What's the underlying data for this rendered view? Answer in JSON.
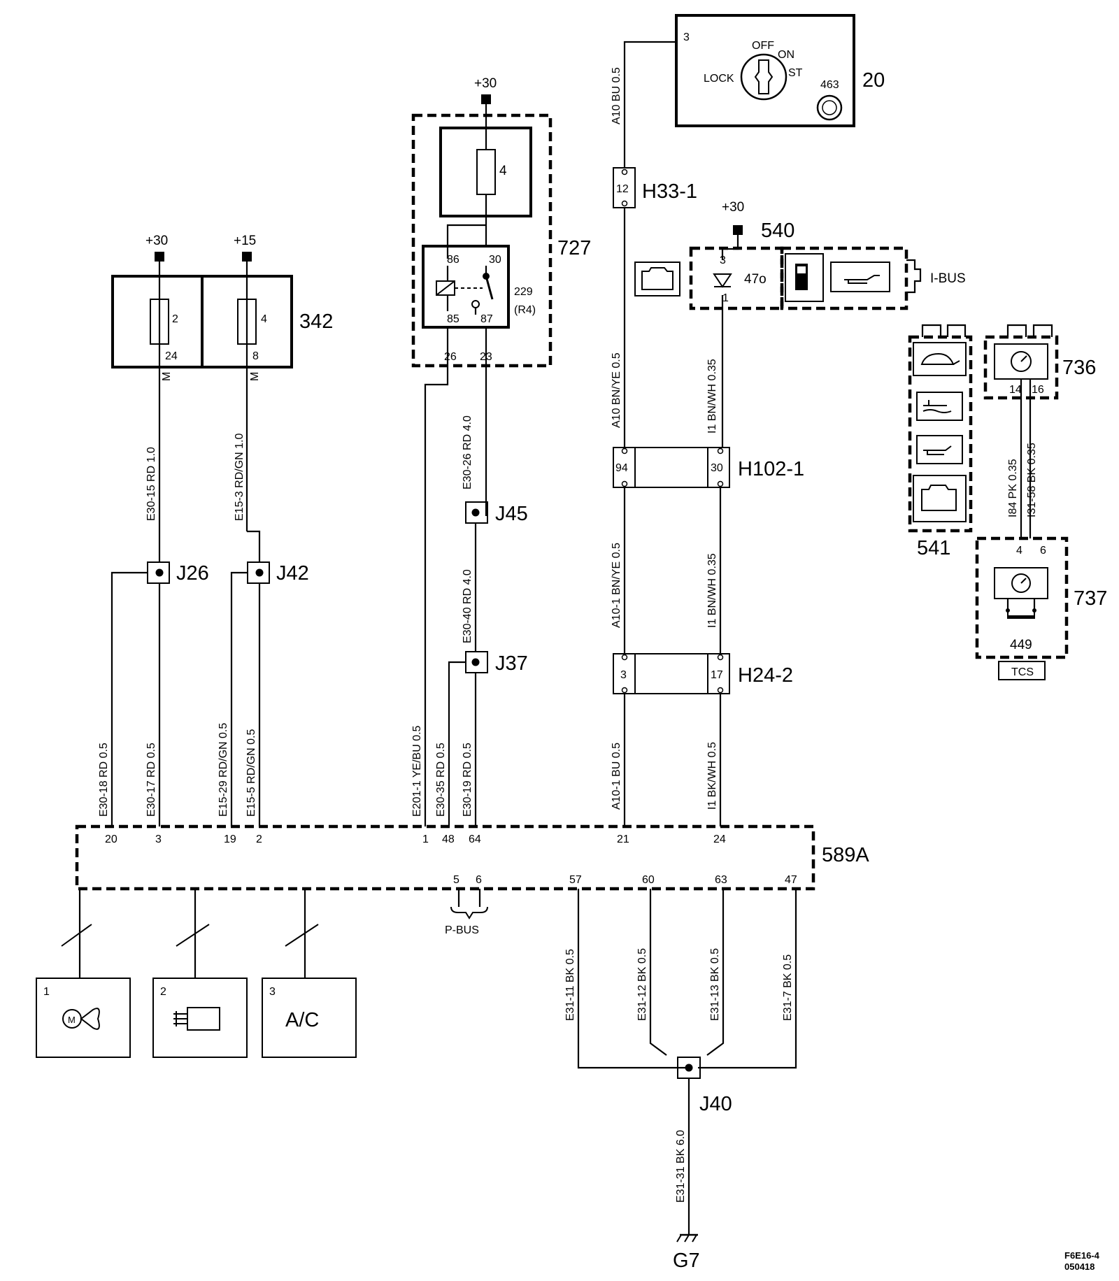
{
  "components": {
    "ignition_switch": {
      "id": "20",
      "positions": [
        "OFF",
        "ON",
        "ST",
        "LOCK"
      ],
      "lamp": "463",
      "pin": "3"
    },
    "fuse_relay_box": {
      "id": "727",
      "fuse": "4",
      "relay_id": "229",
      "relay_ref": "(R4)",
      "pins": [
        "86",
        "30",
        "85",
        "87"
      ],
      "out_pins": [
        "26",
        "23"
      ],
      "supply": "+30"
    },
    "fuse_box_342": {
      "id": "342",
      "fuse_a": "2",
      "fuse_b": "4",
      "pin_a": "24",
      "pin_b": "8",
      "supply_a": "+30",
      "supply_b": "+15",
      "m_a": "M",
      "m_b": "M"
    },
    "instrument_540": {
      "id": "540",
      "supply": "+30",
      "pin_top": "3",
      "pin_bottom": "1",
      "lamp": "47o",
      "bus": "I-BUS"
    },
    "warning_lamps": {
      "id": "541"
    },
    "speed_sensor_736": {
      "id": "736",
      "pins": [
        "14",
        "16"
      ]
    },
    "tcs_737": {
      "id": "737",
      "pins": [
        "4",
        "6"
      ],
      "lamp": "449",
      "label": "TCS"
    },
    "ecu": {
      "id": "589A",
      "top_pins": [
        "20",
        "3",
        "19",
        "2",
        "1",
        "48",
        "64",
        "21",
        "24"
      ],
      "bottom_pins": [
        "5",
        "6",
        "57",
        "60",
        "63",
        "47"
      ],
      "bus": "P-BUS"
    },
    "modules": [
      {
        "num": "1"
      },
      {
        "num": "2"
      },
      {
        "num": "3",
        "label": "A/C"
      }
    ],
    "ground": "G7"
  },
  "connectors": {
    "h33": {
      "id": "H33-1",
      "pin": "12"
    },
    "h102": {
      "id": "H102-1",
      "pin_a": "94",
      "pin_b": "30"
    },
    "h24": {
      "id": "H24-2",
      "pin_a": "3",
      "pin_b": "17"
    }
  },
  "junctions": {
    "j26": "J26",
    "j42": "J42",
    "j45": "J45",
    "j37": "J37",
    "j40": "J40"
  },
  "wires": {
    "e30_15": "E30-15  RD  1.0",
    "e15_3": "E15-3  RD/GN  1.0",
    "e30_18": "E30-18  RD  0.5",
    "e30_17": "E30-17  RD  0.5",
    "e15_29": "E15-29  RD/GN  0.5",
    "e15_5": "E15-5  RD/GN  0.5",
    "e201_1": "E201-1  YE/BU  0.5",
    "e30_35": "E30-35  RD  0.5",
    "e30_19": "E30-19  RD  0.5",
    "e30_26": "E30-26  RD  4.0",
    "e30_40": "E30-40  RD  4.0",
    "a10_bu": "A10  BU  0.5",
    "a10_bnye": "A10  BN/YE  0.5",
    "a10_1_bnye": "A10-1 BN/YE  0.5",
    "a10_1_bu": "A10-1 BU  0.5",
    "i1_bnwh_a": "I1  BN/WH  0.35",
    "i1_bnwh_b": "I1  BN/WH  0.35",
    "i1_bkwh": "I1  BK/WH  0.5",
    "i84": "I84  PK  0.35",
    "i31_58": "I31-58  BK  0.35",
    "e31_11": "E31-11  BK  0.5",
    "e31_12": "E31-12  BK  0.5",
    "e31_13": "E31-13  BK  0.5",
    "e31_7": "E31-7  BK  0.5",
    "e31_31": "E31-31  BK  6.0"
  },
  "footer": {
    "line1": "F6E16-4",
    "line2": "050418"
  }
}
